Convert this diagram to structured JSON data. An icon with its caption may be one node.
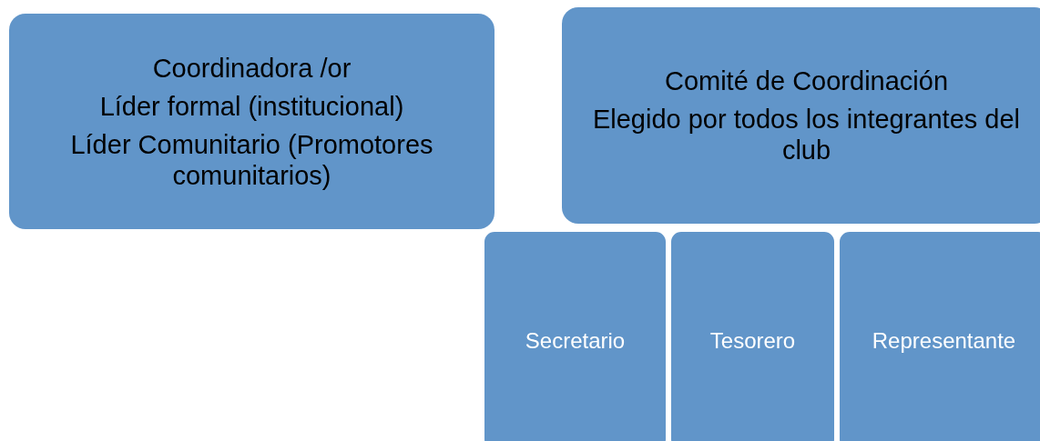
{
  "diagram": {
    "nodes": [
      {
        "text": [
          "Coordinadora /or",
          "Líder formal (institucional)",
          "Líder Comunitario (Promotores comunitarios)"
        ]
      },
      {
        "text": [
          "Comité de Coordinación",
          "Elegido por todos los integrantes del club"
        ]
      },
      {
        "text": [
          "Secretario"
        ]
      },
      {
        "text": [
          "Tesorero"
        ]
      },
      {
        "text": [
          "Representante"
        ]
      }
    ]
  }
}
